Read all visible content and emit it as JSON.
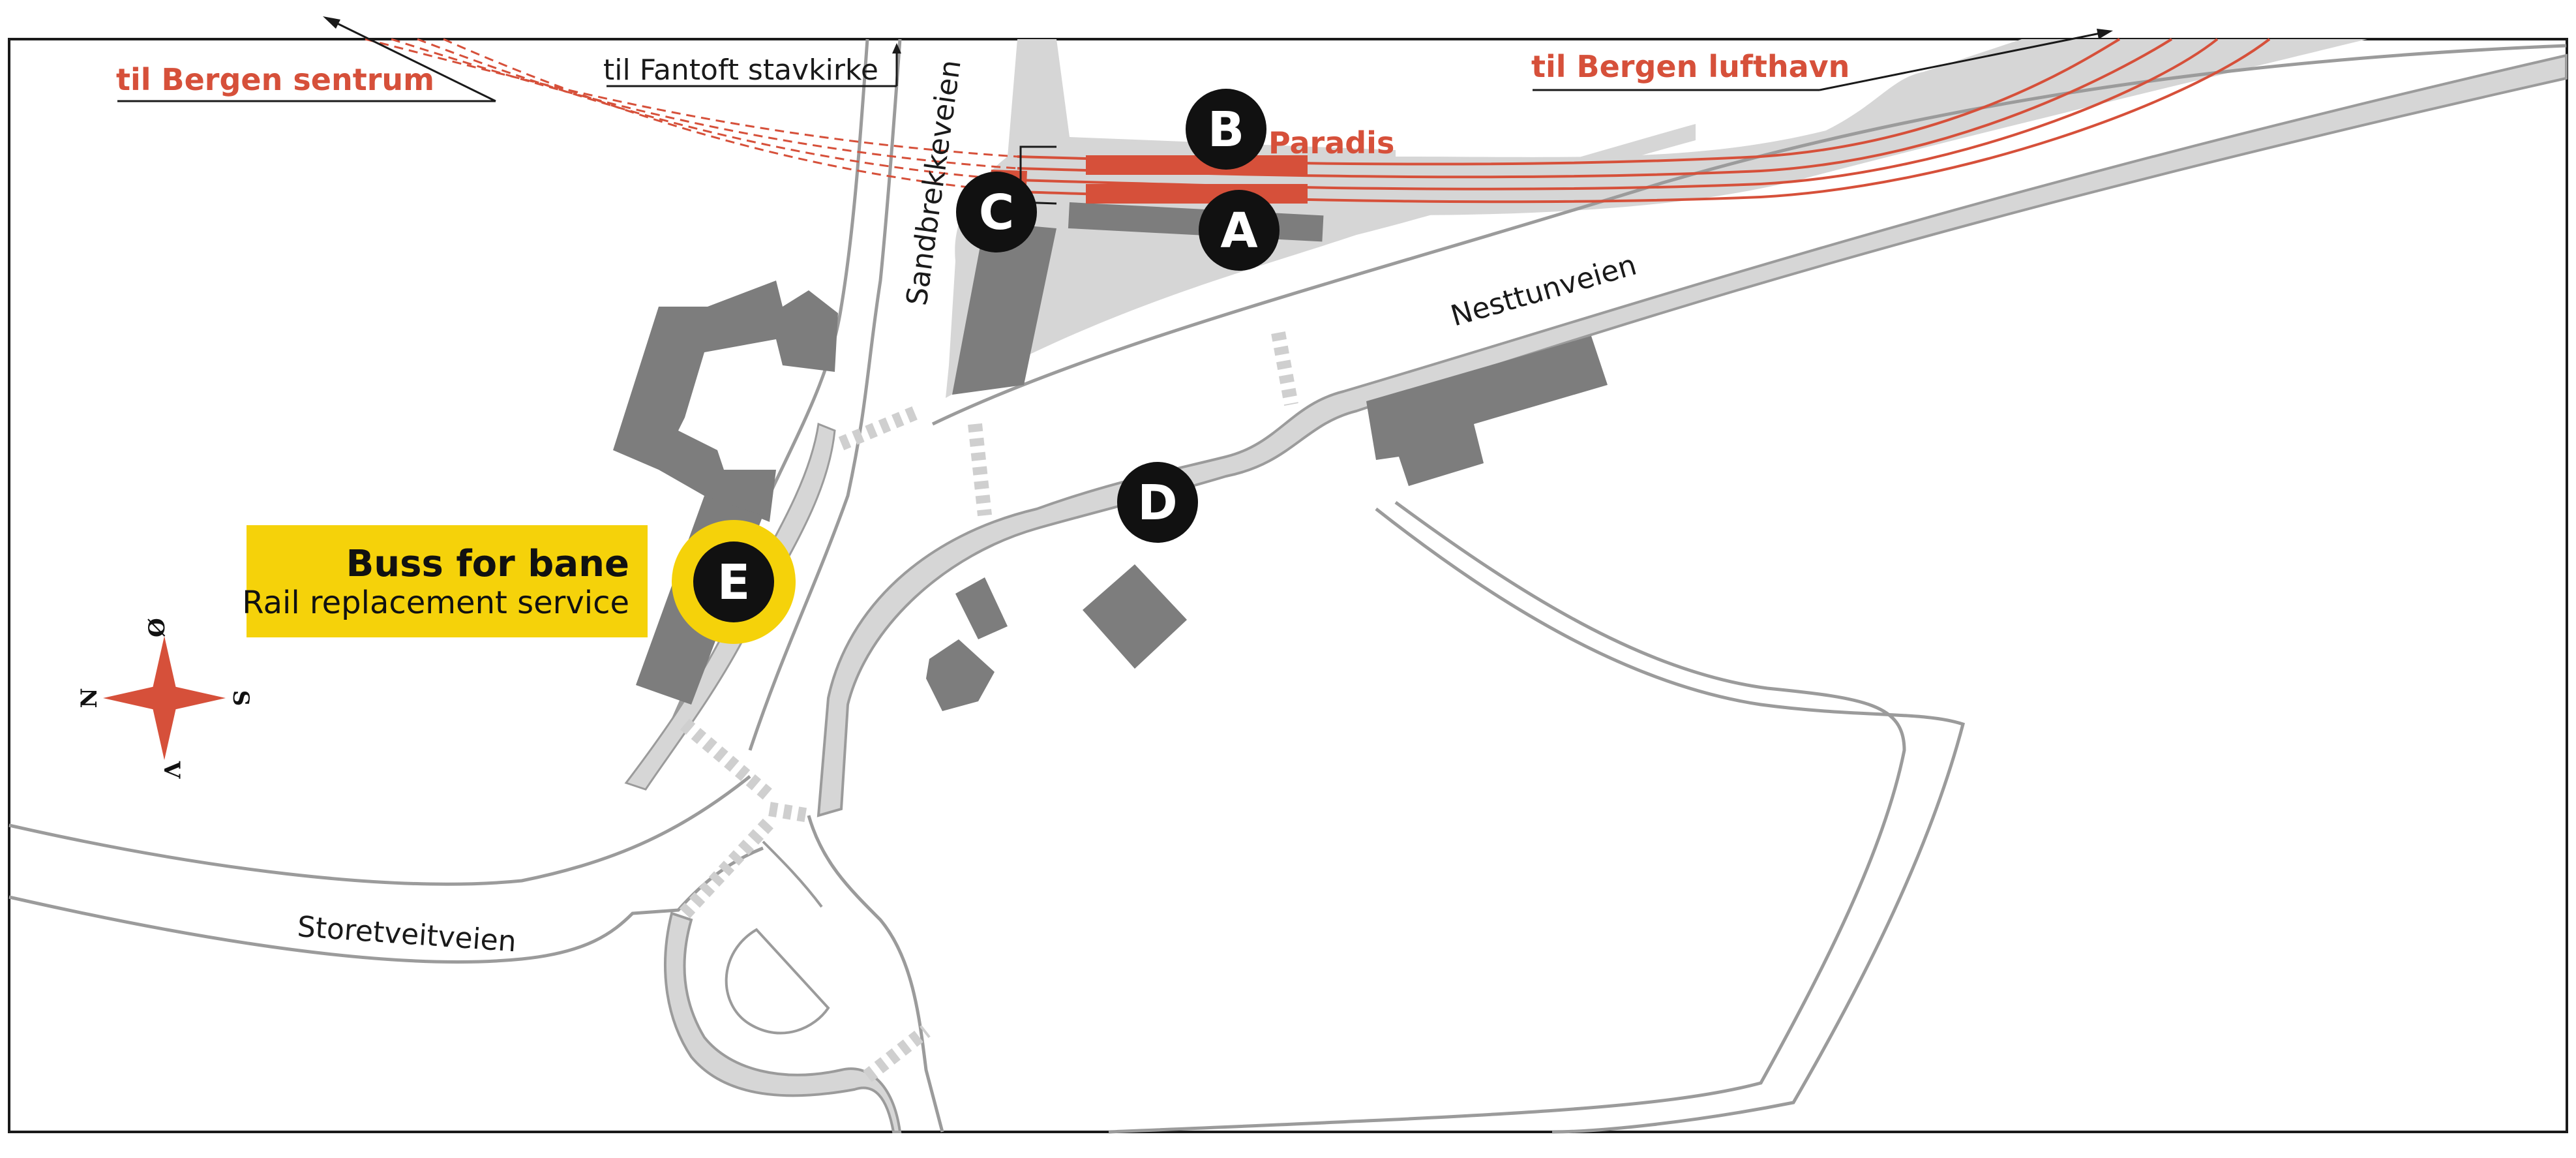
{
  "stations": {
    "paradis": "Paradis"
  },
  "directions": {
    "city_center": "til Bergen sentrum",
    "stave_church": "til Fantoft stavkirke",
    "airport": "til Bergen lufthavn"
  },
  "roads": {
    "sandbrekkeveien": "Sandbrekkeveien",
    "nesttunveien": "Nesttunveien",
    "storetveitveien": "Storetveitveien"
  },
  "stops": {
    "a": "A",
    "b": "B",
    "c": "C",
    "d": "D",
    "e": "E"
  },
  "replacement": {
    "title": "Buss for bane",
    "subtitle": "Rail replacement  service"
  },
  "compass": {
    "north": "N",
    "east": "Ø",
    "south": "S",
    "west": "V"
  },
  "colors": {
    "rail_red": "#d6503a",
    "building_gray": "#7d7d7d",
    "area_light_gray": "#d6d6d6",
    "road_outline": "#9b9b9b",
    "highlight_yellow": "#f5d20a",
    "marker_black": "#111111"
  }
}
